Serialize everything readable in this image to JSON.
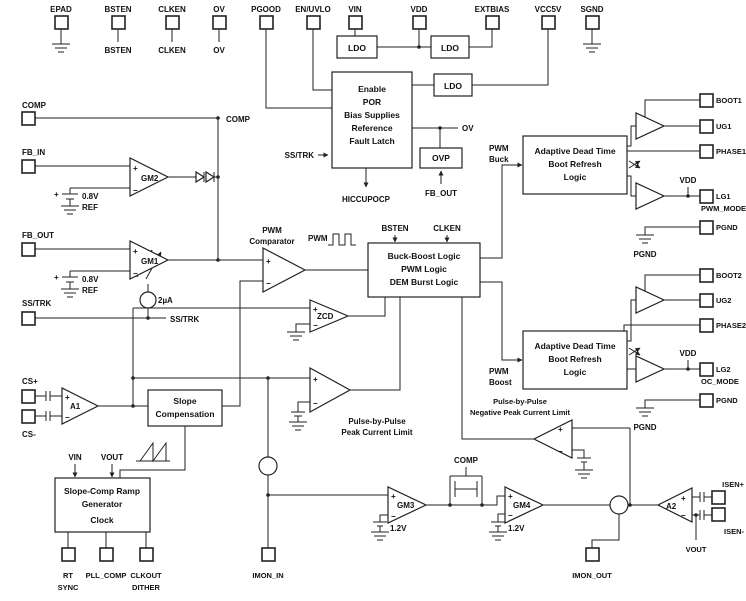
{
  "pins": {
    "top": [
      "EPAD",
      "BSTEN",
      "CLKEN",
      "OV",
      "PGOOD",
      "EN/UVLO",
      "VIN",
      "VDD",
      "EXTBIAS",
      "VCC5V",
      "SGND"
    ],
    "left": {
      "comp": "COMP",
      "fb_in": "FB_IN",
      "fb_out": "FB_OUT",
      "ss_trk": "SS/TRK",
      "cs_plus": "CS+",
      "cs_minus": "CS-"
    },
    "bottom": {
      "rt": "RT",
      "sync": "SYNC",
      "pll_comp": "PLL_COMP",
      "clkout": "CLKOUT",
      "dither": "DITHER",
      "imon_in": "IMON_IN",
      "imon_out": "IMON_OUT"
    },
    "right": {
      "boot1": "BOOT1",
      "ug1": "UG1",
      "phase1": "PHASE1",
      "lg1": "LG1",
      "pwm_mode": "PWM_MODE",
      "pgnd1": "PGND",
      "boot2": "BOOT2",
      "ug2": "UG2",
      "phase2": "PHASE2",
      "lg2": "LG2",
      "oc_mode": "OC_MODE",
      "pgnd2": "PGND",
      "isen_plus": "ISEN+",
      "isen_minus": "ISEN-",
      "vout": "VOUT"
    }
  },
  "signals": {
    "bsten": "BSTEN",
    "clken": "CLKEN",
    "ov": "OV",
    "comp": "COMP",
    "ss_trk": "SS/TRK",
    "fb_out": "FB_OUT",
    "hiccupocp": "HICCUPOCP",
    "pwm": "PWM",
    "buck": "Buck",
    "boost": "Boost",
    "vdd": "VDD",
    "pgnd": "PGND",
    "vin": "VIN",
    "vout": "VOUT",
    "i_ss": "2µA",
    "vref": "0.8V",
    "ref": "REF",
    "v12": "1.2V",
    "plus": "+",
    "minus": "−"
  },
  "blocks": {
    "ldo": "LDO",
    "central": {
      "l1": "Enable",
      "l2": "POR",
      "l3": "Bias Supplies",
      "l4": "Reference",
      "l5": "Fault Latch"
    },
    "ovp": "OVP",
    "bb": {
      "l1": "Buck-Boost Logic",
      "l2": "PWM Logic",
      "l3": "DEM Burst Logic"
    },
    "adt": {
      "l1": "Adaptive Dead Time",
      "l2": "Boot Refresh",
      "l3": "Logic"
    },
    "slope": {
      "l1": "Slope",
      "l2": "Compensation"
    },
    "ramp": {
      "l1": "Slope-Comp Ramp",
      "l2": "Generator",
      "l3": "Clock"
    }
  },
  "amps": {
    "gm1": "GM1",
    "gm2": "GM2",
    "gm3": "GM3",
    "gm4": "GM4",
    "a1": "A1",
    "a2": "A2",
    "zcd": "ZCD",
    "pwm_comp": {
      "l1": "PWM",
      "l2": "Comparator"
    },
    "peak": {
      "l1": "Pulse-by-Pulse",
      "l2": "Peak Current Limit"
    },
    "neg_peak": {
      "l1": "Pulse-by-Pulse",
      "l2": "Negative Peak Current Limit"
    }
  }
}
